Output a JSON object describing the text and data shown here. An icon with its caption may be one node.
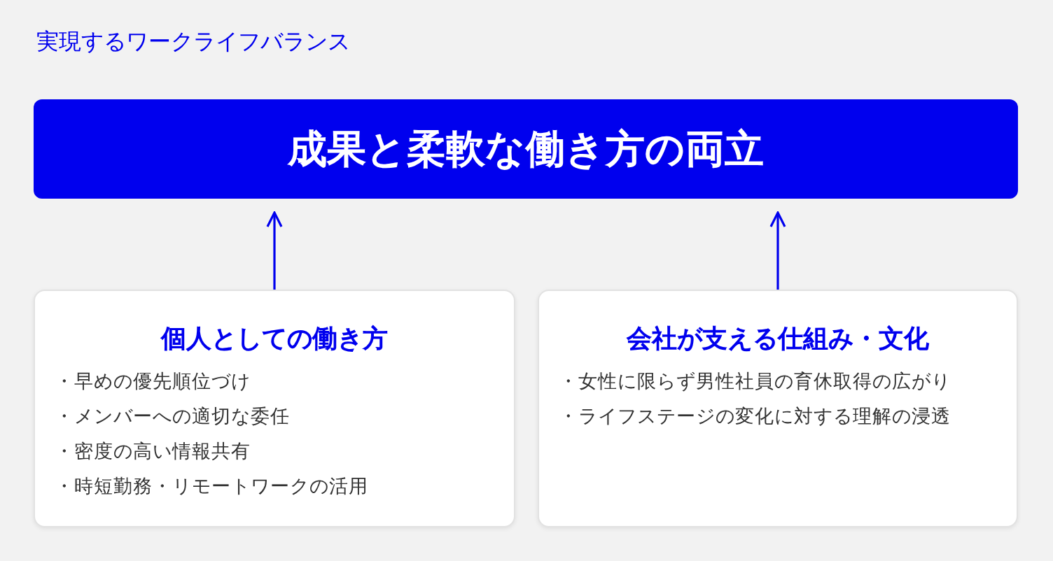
{
  "diagram": {
    "title": "実現するワークライフバランス",
    "nodes": [
      {
        "text": [
          "成果と柔軟な働き方の両立"
        ]
      },
      {
        "text": [
          "個人としての働き方",
          "・早めの優先順位づけ",
          "・メンバーへの適切な委任",
          "・密度の高い情報共有",
          "・時短勤務・リモートワークの活用"
        ]
      },
      {
        "text": [
          "会社が支える仕組み・文化",
          "・女性に限らず男性社員の育休取得の広がり",
          "・ライフステージの変化に対する理解の浸透"
        ]
      }
    ],
    "edges": [
      {
        "from": 1,
        "to": 0,
        "arrow": "to"
      },
      {
        "from": 2,
        "to": 0,
        "arrow": "to"
      }
    ]
  }
}
